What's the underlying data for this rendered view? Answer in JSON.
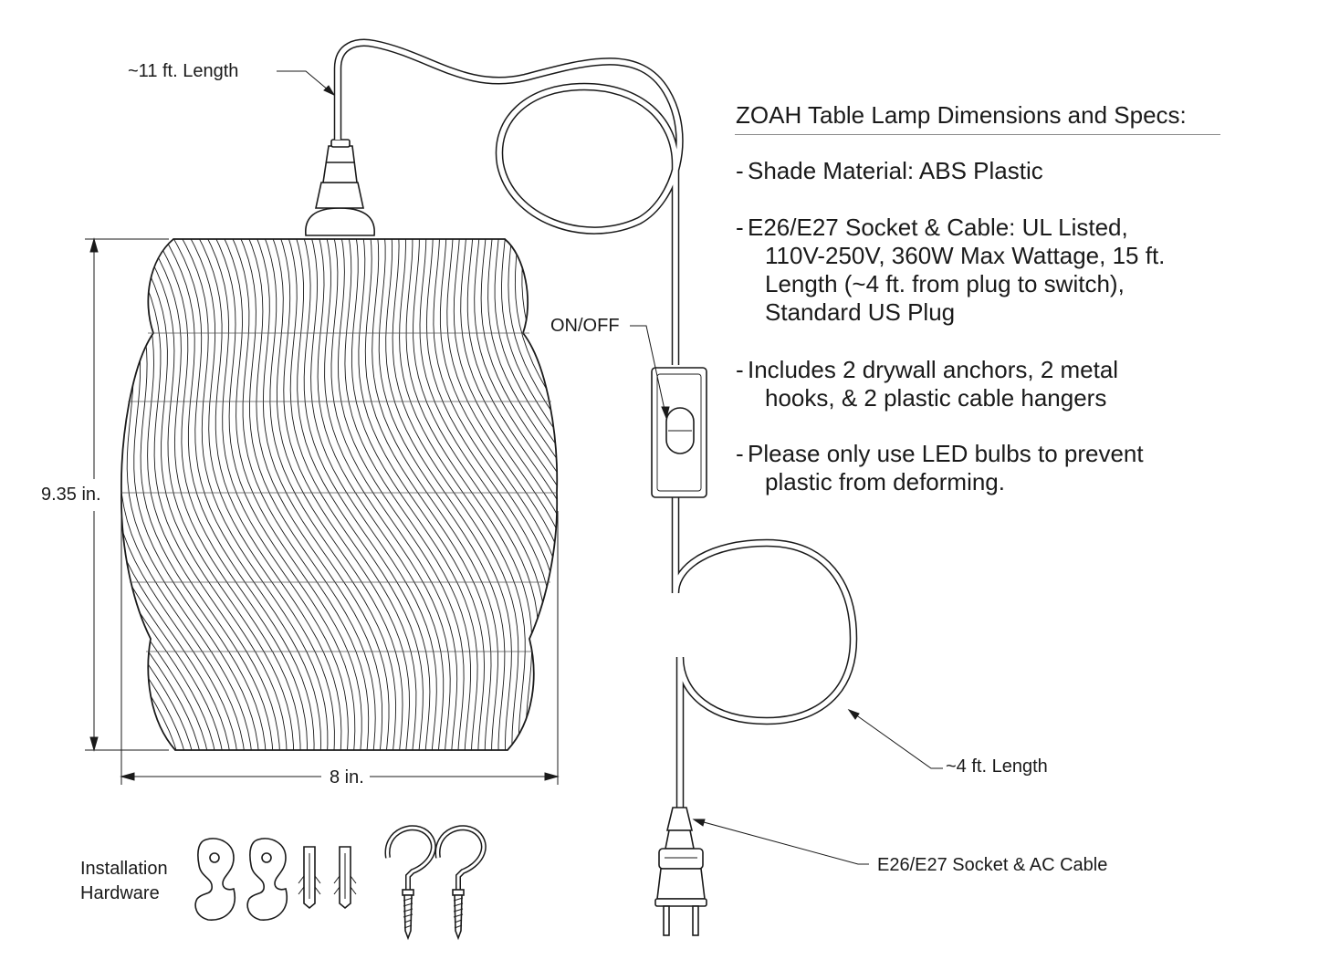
{
  "title": "ZOAH Table Lamp Dimensions and Specs:",
  "specs": [
    {
      "dash": "-",
      "first": "Shade Material: ABS Plastic",
      "rest": []
    },
    {
      "dash": "-",
      "first": "E26/E27 Socket & Cable: UL Listed,",
      "rest": [
        "110V-250V, 360W Max Wattage, 15 ft.",
        "Length (~4 ft. from plug to switch),",
        "Standard US Plug"
      ]
    },
    {
      "dash": "-",
      "first": "Includes 2 drywall anchors, 2 metal",
      "rest": [
        "hooks, & 2 plastic cable hangers"
      ]
    },
    {
      "dash": "-",
      "first": "Please only use LED bulbs to prevent",
      "rest": [
        "plastic from deforming."
      ]
    }
  ],
  "labels": {
    "top_cord": "~11 ft. Length",
    "switch": "ON/OFF",
    "height": "9.35 in.",
    "width": "8 in.",
    "bottom_cord": "~4 ft. Length",
    "socket_cable": "E26/E27 Socket & AC Cable",
    "hardware_line1": "Installation",
    "hardware_line2": "Hardware"
  },
  "colors": {
    "ink": "#1a1a1a",
    "rule": "#8a8a8a"
  }
}
